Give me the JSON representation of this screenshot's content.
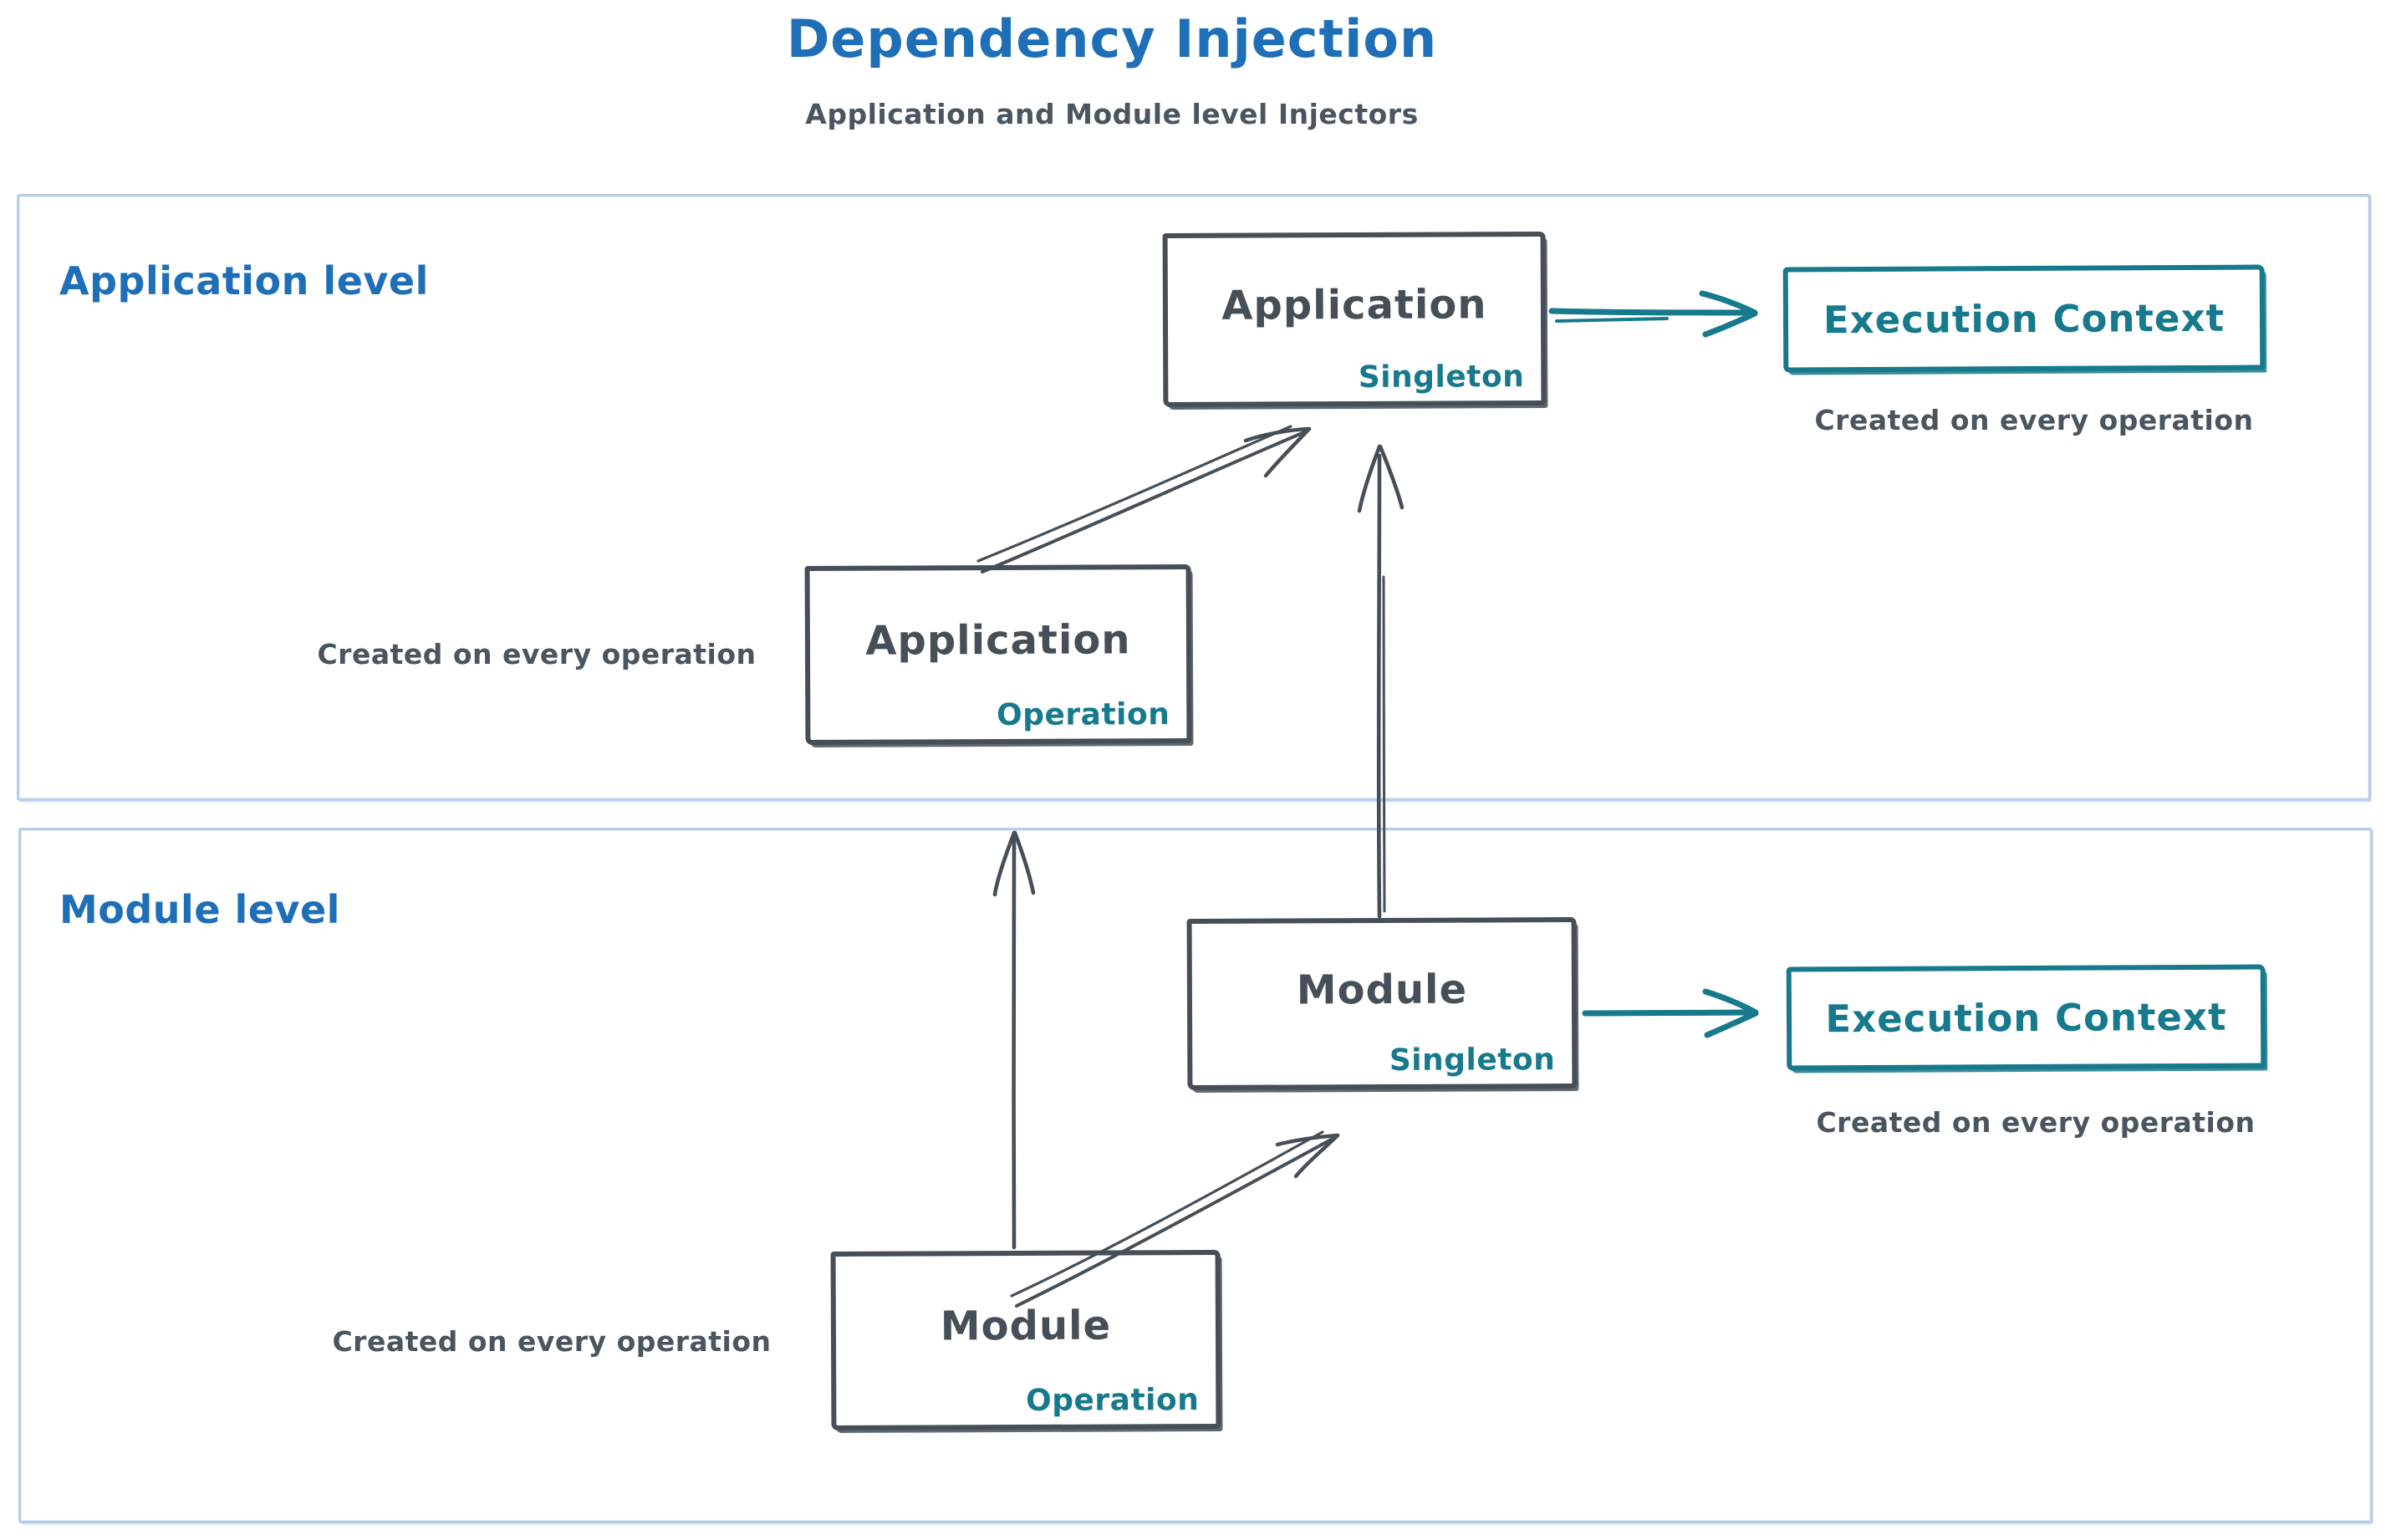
{
  "title": "Dependency Injection",
  "subtitle": "Application and Module level Injectors",
  "colors": {
    "blue": "#1e6fb8",
    "teal": "#17798c",
    "dark": "#464e57",
    "note_gray": "#4b5560",
    "container_border": "#b7cde9"
  },
  "application_level": {
    "label": "Application level",
    "singleton_box": {
      "title": "Application",
      "scope": "Singleton"
    },
    "operation_box": {
      "title": "Application",
      "scope": "Operation"
    },
    "operation_note": "Created on every operation",
    "execution_context": {
      "label": "Execution Context",
      "note": "Created on every operation"
    }
  },
  "module_level": {
    "label": "Module level",
    "singleton_box": {
      "title": "Module",
      "scope": "Singleton"
    },
    "operation_box": {
      "title": "Module",
      "scope": "Operation"
    },
    "operation_note": "Created on every operation",
    "execution_context": {
      "label": "Execution Context",
      "note": "Created on every operation"
    }
  },
  "edges": [
    {
      "from": "application-operation",
      "to": "application-singleton",
      "style": "sketch-arrow"
    },
    {
      "from": "module-singleton",
      "to": "application-singleton",
      "style": "sketch-arrow"
    },
    {
      "from": "module-operation",
      "to": "application-operation",
      "style": "sketch-arrow"
    },
    {
      "from": "module-operation",
      "to": "module-singleton",
      "style": "sketch-arrow"
    },
    {
      "from": "application-singleton",
      "to": "execution-context-application",
      "style": "teal-arrow"
    },
    {
      "from": "module-singleton",
      "to": "execution-context-module",
      "style": "teal-arrow"
    }
  ]
}
